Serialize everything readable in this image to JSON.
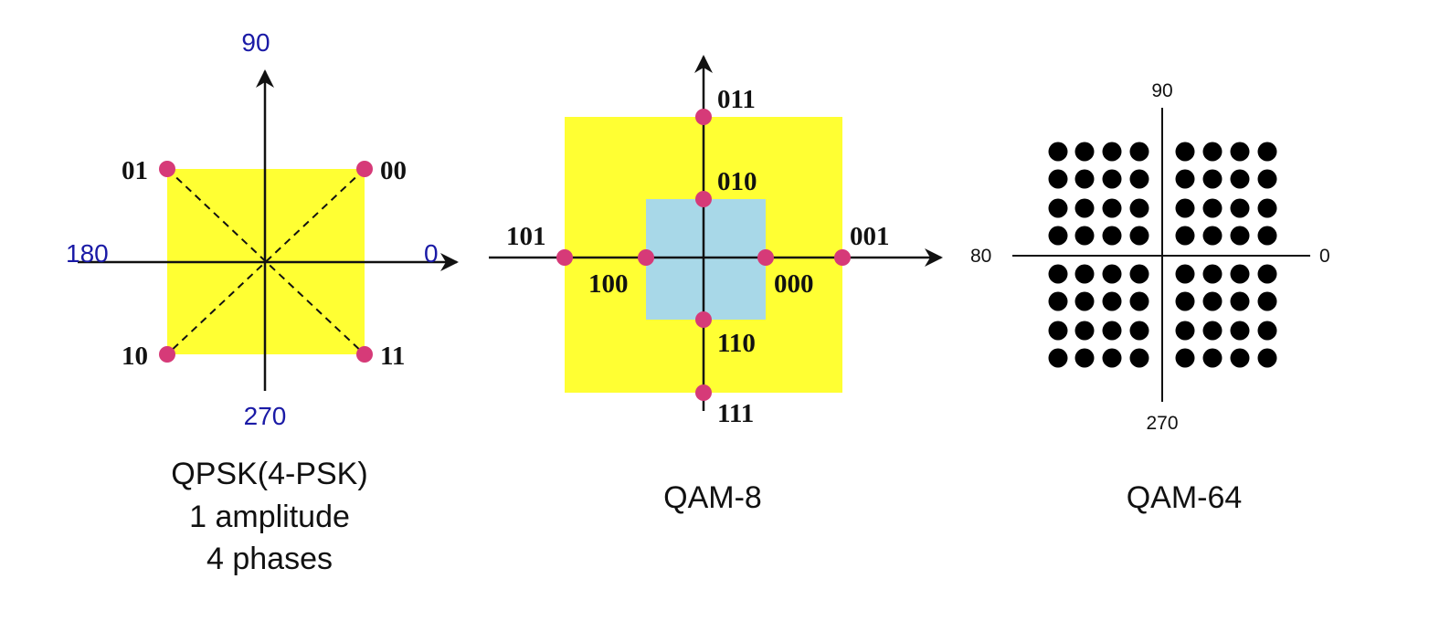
{
  "diagrams": [
    {
      "id": "qpsk",
      "axis_labels": {
        "top": "90",
        "left": "180",
        "right": "0",
        "bottom": "270"
      },
      "points": [
        {
          "label": "01",
          "quadrant": "top-left"
        },
        {
          "label": "00",
          "quadrant": "top-right"
        },
        {
          "label": "10",
          "quadrant": "bottom-left"
        },
        {
          "label": "11",
          "quadrant": "bottom-right"
        }
      ],
      "caption": [
        "QPSK(4-PSK)",
        "1 amplitude",
        "4 phases"
      ]
    },
    {
      "id": "qam8",
      "points": [
        {
          "label": "011",
          "position": "outer-top"
        },
        {
          "label": "010",
          "position": "inner-top"
        },
        {
          "label": "101",
          "position": "outer-left"
        },
        {
          "label": "100",
          "position": "inner-left"
        },
        {
          "label": "000",
          "position": "inner-right"
        },
        {
          "label": "001",
          "position": "outer-right"
        },
        {
          "label": "110",
          "position": "inner-bottom"
        },
        {
          "label": "111",
          "position": "outer-bottom"
        }
      ],
      "caption": [
        "QAM-8"
      ]
    },
    {
      "id": "qam64",
      "axis_labels": {
        "top": "90",
        "left": "80",
        "right": "0",
        "bottom": "270"
      },
      "grid": {
        "rows": 8,
        "cols": 8
      },
      "caption": [
        "QAM-64"
      ]
    }
  ],
  "colors": {
    "outer_square": "#ffff33",
    "inner_square": "#a8d8e8",
    "point_fill": "#d63a78",
    "axis": "#111111",
    "angle_text": "#1a1aa6",
    "dot": "#000000"
  }
}
